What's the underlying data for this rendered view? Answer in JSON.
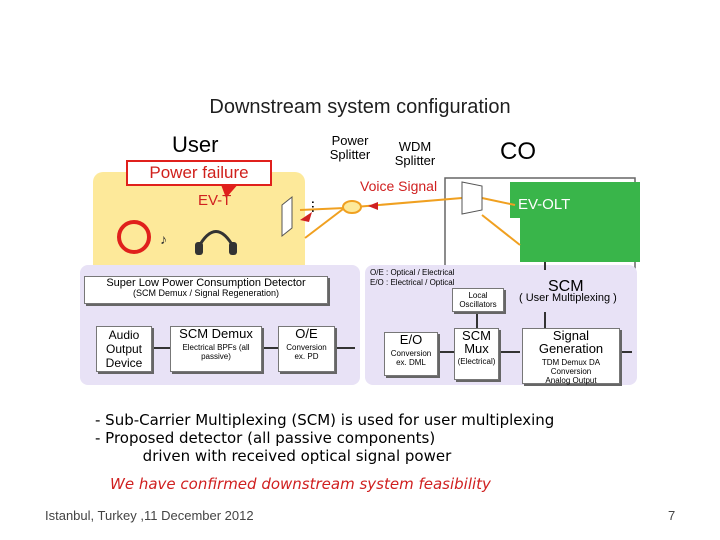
{
  "title": "Downstream system configuration",
  "labels": {
    "user": "User",
    "co": "CO",
    "power_splitter": "Power Splitter",
    "wdm_splitter": "WDM Splitter",
    "power_failure": "Power failure",
    "ev_t": "EV-T",
    "voice_signal": "Voice Signal",
    "ev_olt": "EV-OLT"
  },
  "detector": {
    "title": "Super Low Power Consumption Detector",
    "subtitle": "(SCM Demux / Signal Regeneration)"
  },
  "legend": {
    "line1": "O/E : Optical / Electrical",
    "line2": "E/O : Electrical / Optical"
  },
  "scm": {
    "title": "SCM",
    "subtitle": "( User Multiplexing )"
  },
  "blocks": {
    "audio": "Audio Output Device",
    "scm_demux": "SCM Demux",
    "scm_demux_sub": "Electrical BPFs (all passive)",
    "oe": "O/E",
    "oe_sub": "Conversion ex. PD",
    "eo": "E/O",
    "eo_sub": "Conversion ex. DML",
    "scm_mux": "SCM Mux",
    "scm_mux_sub": "(Electrical)",
    "local_osc": "Local Oscillators",
    "sig_gen": "Signal Generation",
    "sig_gen_sub": "TDM Demux DA Conversion Analog Output"
  },
  "bullets": [
    "- Sub-Carrier Multiplexing (SCM) is used for user multiplexing",
    "- Proposed detector (all passive components)",
    "          driven with received optical signal power"
  ],
  "conclusion": "We have confirmed downstream system feasibility",
  "footer": "Istanbul, Turkey ,11 December 2012",
  "page_number": "7",
  "colors": {
    "yellow": "#fde99a",
    "green": "#39b54a",
    "lavender": "#e8e2f6",
    "red": "#e0201c"
  }
}
